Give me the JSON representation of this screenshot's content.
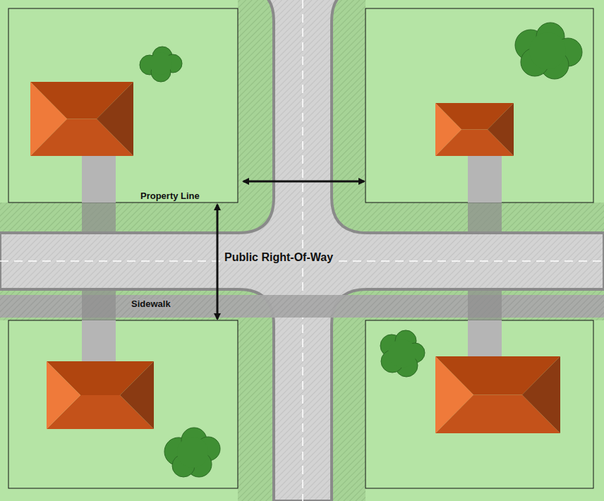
{
  "diagram": {
    "labels": [
      "Property Line",
      "Public Right-Of-Way",
      "Sidewalk"
    ]
  }
}
